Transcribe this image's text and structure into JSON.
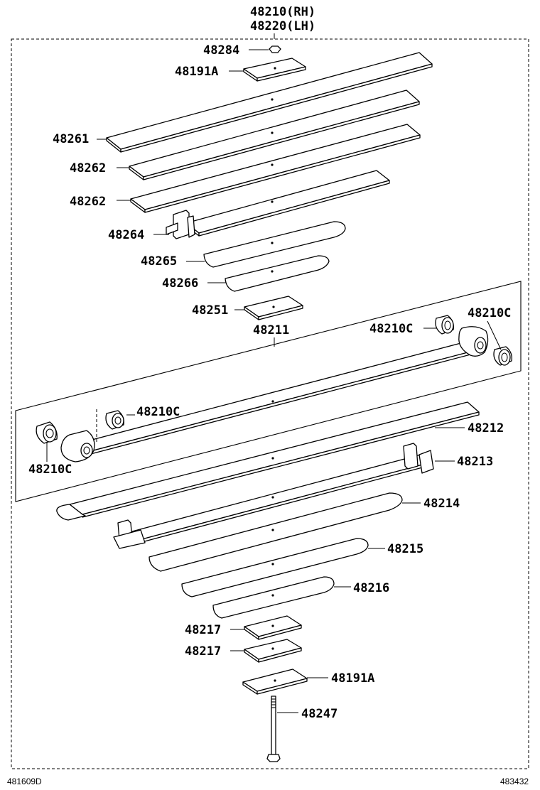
{
  "header": {
    "assembly_rh": "48210(RH)",
    "assembly_lh": "48220(LH)"
  },
  "labels": {
    "nut": "48284",
    "plate_top": "48191A",
    "leaf_1": "48261",
    "leaf_2a": "48262",
    "leaf_2b": "48262",
    "leaf_clip_top": "48264",
    "leaf_5": "48265",
    "leaf_6": "48266",
    "spacer_top": "48251",
    "sub_assembly": "48211",
    "bushing_1": "48210C",
    "bushing_2": "48210C",
    "bushing_3": "48210C",
    "bushing_4": "48210C",
    "leaf_main_2": "48212",
    "leaf_clip_lower": "48213",
    "leaf_8": "48214",
    "leaf_9": "48215",
    "leaf_10": "48216",
    "spacer_a": "48217",
    "spacer_b": "48217",
    "plate_bottom": "48191A",
    "center_bolt": "48247"
  },
  "footer": {
    "left_code": "481609D",
    "right_code": "483432"
  }
}
